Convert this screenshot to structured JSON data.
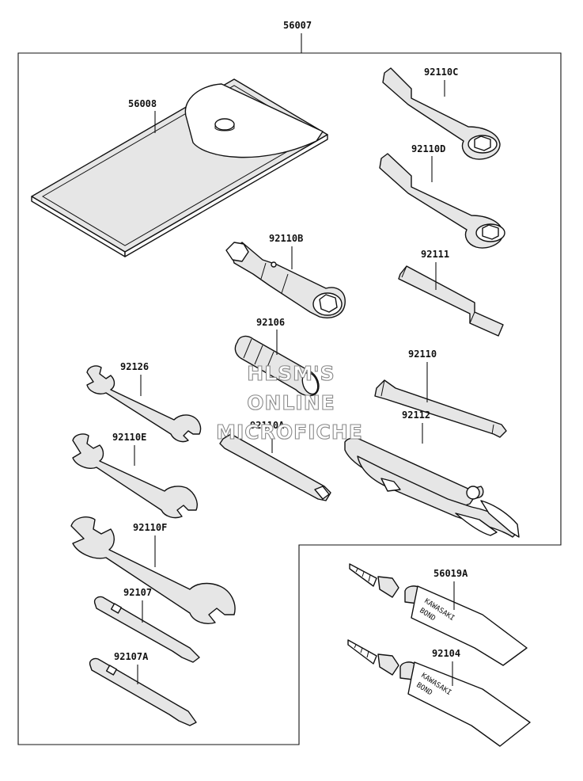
{
  "labels": {
    "kit": "56007",
    "case": "56008",
    "wrench_c": "92110C",
    "wrench_d": "92110D",
    "socket": "92110B",
    "bar": "92111",
    "adapter": "92106",
    "hex_key": "92110",
    "wrench_92126": "92126",
    "pliers": "92112",
    "spanner_e": "92110E",
    "plug_wrench": "92110A",
    "spanner_f": "92110F",
    "driver": "92107",
    "driver_a": "92107A",
    "bond_a": "56019A",
    "bond_b": "92104"
  },
  "tube_brand": {
    "line1": "KAWASAKI",
    "line2": "BOND"
  },
  "watermark": {
    "line1": "HLSM'S",
    "line2": "ONLINE",
    "line3": "MICROFICHE"
  }
}
